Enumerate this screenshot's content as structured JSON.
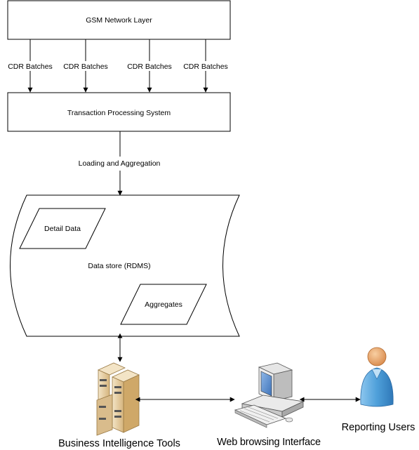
{
  "diagram": {
    "gsm_layer": "GSM Network Layer",
    "cdr_batches": [
      "CDR Batches",
      "CDR Batches",
      "CDR Batches",
      "CDR Batches"
    ],
    "tps": "Transaction Processing System",
    "loading": "Loading and Aggregation",
    "data_store": "Data store (RDMS)",
    "detail_data": "Detail Data",
    "aggregates": "Aggregates",
    "bi_tools": "Business Intelligence Tools",
    "web_interface": "Web browsing Interface",
    "reporting_users": "Reporting Users"
  },
  "icons": {
    "servers": "server-rack-icon",
    "computer": "desktop-computer-icon",
    "user": "user-person-icon"
  },
  "colors": {
    "server_body": "#e4c99a",
    "server_light": "#f3e4c6",
    "user_body": "#4fa0da",
    "user_head": "#eca870",
    "screen": "#5a8fd0"
  }
}
